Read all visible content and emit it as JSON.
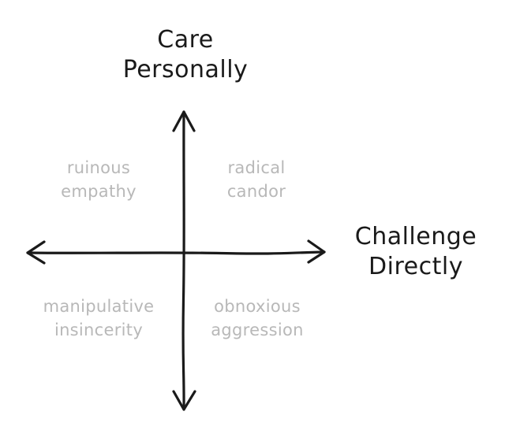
{
  "y_axis": {
    "line1": "Care",
    "line2": "Personally"
  },
  "x_axis": {
    "line1": "Challenge",
    "line2": "Directly"
  },
  "quadrants": {
    "top_left": {
      "line1": "ruinous",
      "line2": "empathy"
    },
    "top_right": {
      "line1": "radical",
      "line2": "candor"
    },
    "bottom_left": {
      "line1": "manipulative",
      "line2": "insincerity"
    },
    "bottom_right": {
      "line1": "obnoxious",
      "line2": "aggression"
    }
  },
  "colors": {
    "axis": "#1a1a1a",
    "axis_label": "#1a1a1a",
    "quadrant_label": "#b8b8b8",
    "background": "#ffffff"
  }
}
